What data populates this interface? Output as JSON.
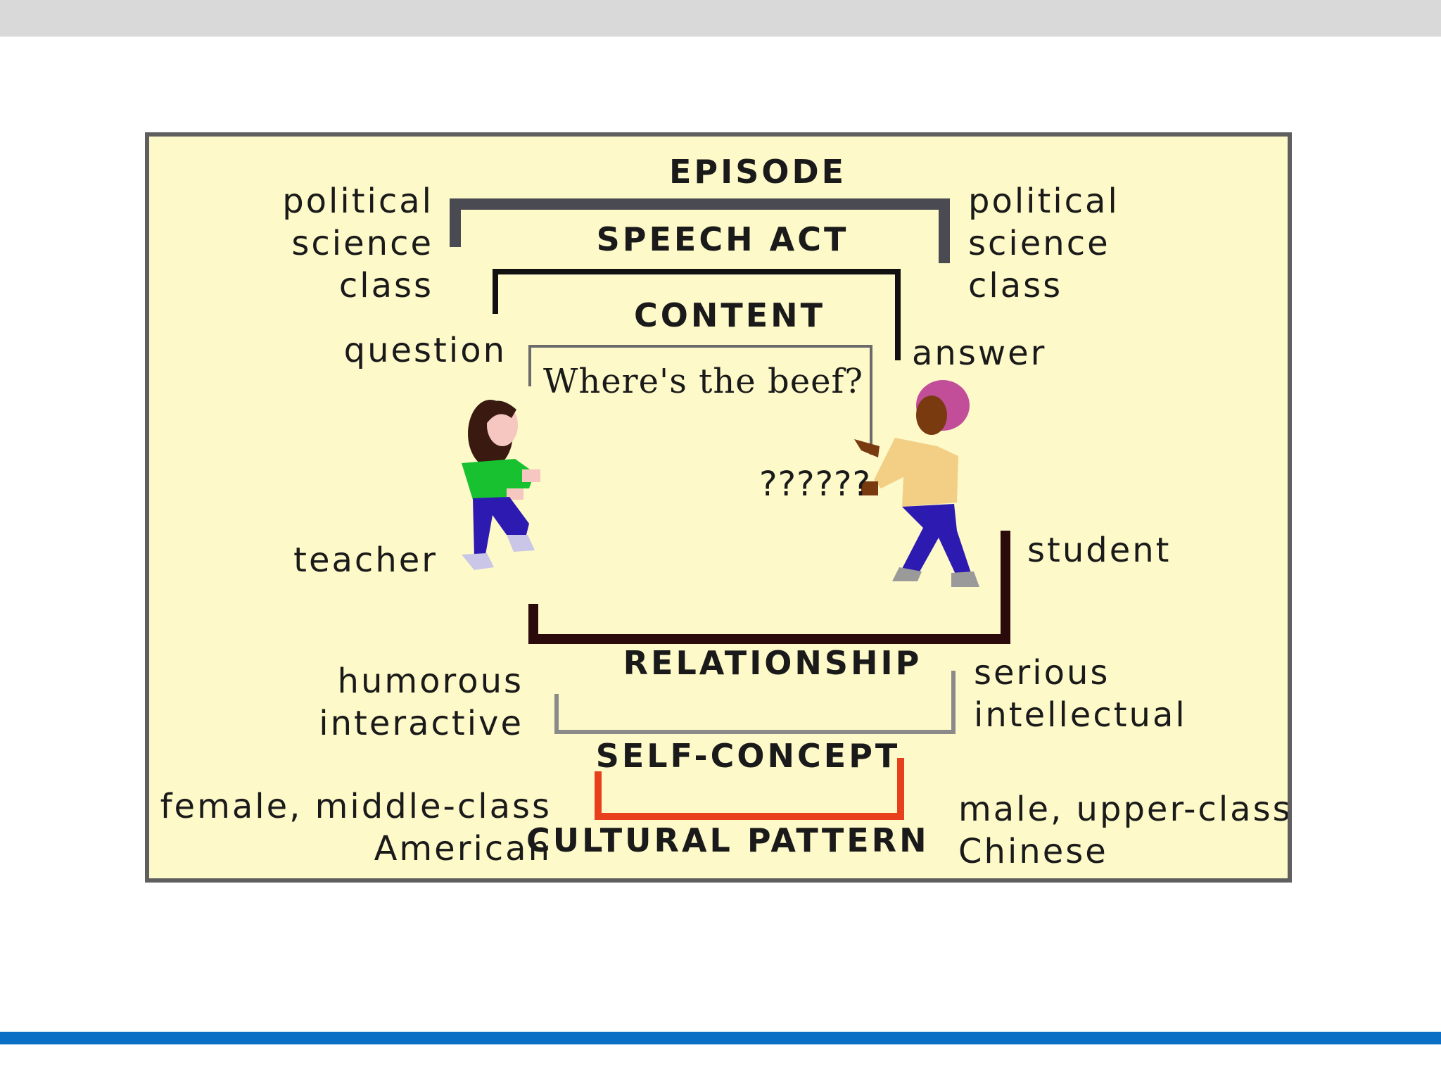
{
  "diagram": {
    "levels": {
      "episode": "EPISODE",
      "speech_act": "SPEECH ACT",
      "content": "CONTENT",
      "relationship": "RELATIONSHIP",
      "self_concept": "SELF-CONCEPT",
      "cultural_pattern": "CULTURAL PATTERN"
    },
    "left": {
      "episode_line1": "political",
      "episode_line2": "science",
      "episode_line3": "class",
      "speech_act": "question",
      "role": "teacher",
      "self_line1": "humorous",
      "self_line2": "interactive",
      "culture_line1": "female, middle-class",
      "culture_line2": "American"
    },
    "right": {
      "episode_line1": "political",
      "episode_line2": "science",
      "episode_line3": "class",
      "speech_act": "answer",
      "role": "student",
      "self_line1": "serious",
      "self_line2": "intellectual",
      "culture_line1": "male, upper-class",
      "culture_line2": "Chinese"
    },
    "utterance": "Where's the beef?",
    "reply": "??????",
    "colors": {
      "background": "#fdf9c8",
      "border": "#5f5f5f",
      "episode_bracket": "#4a4a52",
      "speech_act_bracket": "#111111",
      "content_bracket": "#6b6b6b",
      "relationship_bracket": "#2a0a0a",
      "self_concept_bracket": "#8a8a8a",
      "cultural_bracket": "#e8401c",
      "bottom_rule": "#0b6fc6"
    }
  }
}
